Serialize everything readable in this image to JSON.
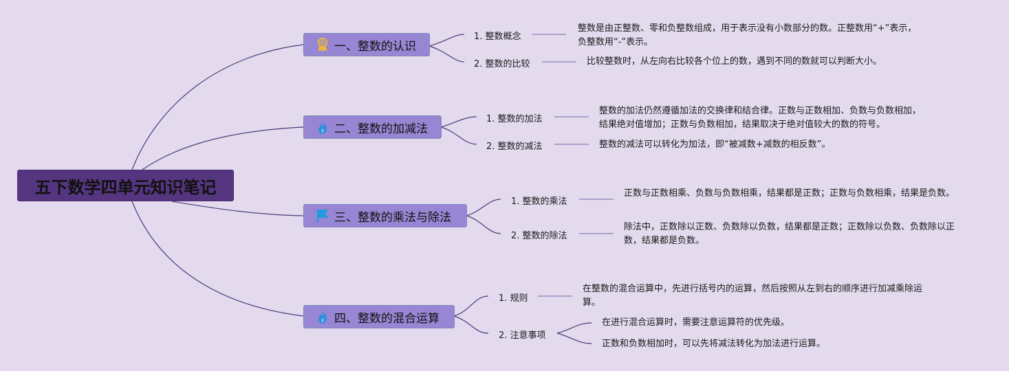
{
  "root": {
    "title": "五下数学四单元知识笔记"
  },
  "colors": {
    "background": "#e3daee",
    "root": "#55357f",
    "topic": "#9786d3",
    "line": "#4a3a7a",
    "connector": "#9a8cc0"
  },
  "topics": [
    {
      "title": "一、整数的认识",
      "icon": "award-ribbon-icon",
      "items": [
        {
          "label": "1. 整数概念",
          "notes": [
            "整数是由正整数、零和负整数组成，用于表示没有小数部分的数。正整数用“+”表示，负整数用“-”表示。"
          ]
        },
        {
          "label": "2. 整数的比较",
          "notes": [
            "比较整数时，从左向右比较各个位上的数，遇到不同的数就可以判断大小。"
          ]
        }
      ]
    },
    {
      "title": "二、整数的加减法",
      "icon": "flame-icon",
      "items": [
        {
          "label": "1. 整数的加法",
          "notes": [
            "整数的加法仍然遵循加法的交换律和结合律。正数与正数相加、负数与负数相加，结果绝对值增加；正数与负数相加，结果取决于绝对值较大的数的符号。"
          ]
        },
        {
          "label": "2. 整数的减法",
          "notes": [
            "整数的减法可以转化为加法，即“被减数+减数的相反数”。"
          ]
        }
      ]
    },
    {
      "title": "三、整数的乘法与除法",
      "icon": "flag-icon",
      "items": [
        {
          "label": "1. 整数的乘法",
          "notes": [
            "正数与正数相乘、负数与负数相乘，结果都是正数；正数与负数相乘，结果是负数。"
          ]
        },
        {
          "label": "2. 整数的除法",
          "notes": [
            "除法中，正数除以正数、负数除以负数，结果都是正数；正数除以负数、负数除以正数，结果都是负数。"
          ]
        }
      ]
    },
    {
      "title": "四、整数的混合运算",
      "icon": "flame-icon",
      "items": [
        {
          "label": "1. 规则",
          "notes": [
            "在整数的混合运算中，先进行括号内的运算，然后按照从左到右的顺序进行加减乘除运算。"
          ]
        },
        {
          "label": "2. 注意事项",
          "notes": [
            "在进行混合运算时，需要注意运算符的优先级。",
            "正数和负数相加时，可以先将减法转化为加法进行运算。"
          ]
        }
      ]
    }
  ]
}
